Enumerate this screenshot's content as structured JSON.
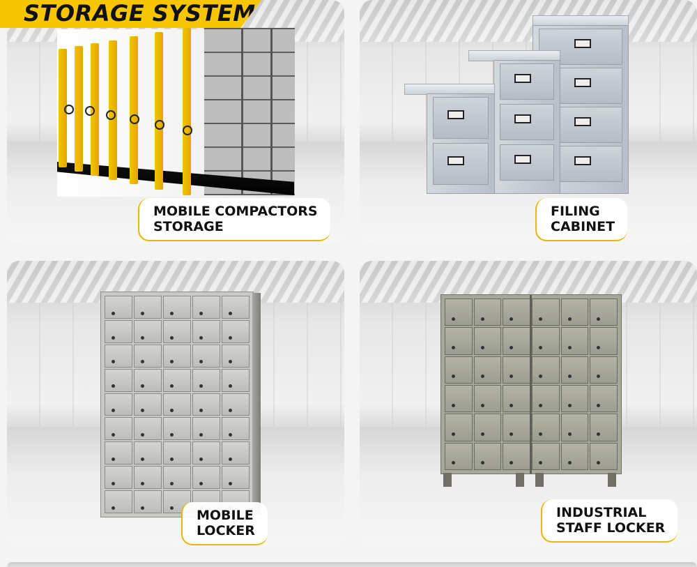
{
  "banner": {
    "title": "STORAGE SYSTEM"
  },
  "products": [
    {
      "line1": "MOBILE COMPACTORS",
      "line2": "STORAGE"
    },
    {
      "line1": "FILING",
      "line2": "CABINET"
    },
    {
      "line1": "MOBILE",
      "line2": "LOCKER"
    },
    {
      "line1": "INDUSTRIAL",
      "line2": "STAFF LOCKER"
    }
  ],
  "colors": {
    "accent": "#f7c600",
    "text": "#111111"
  }
}
